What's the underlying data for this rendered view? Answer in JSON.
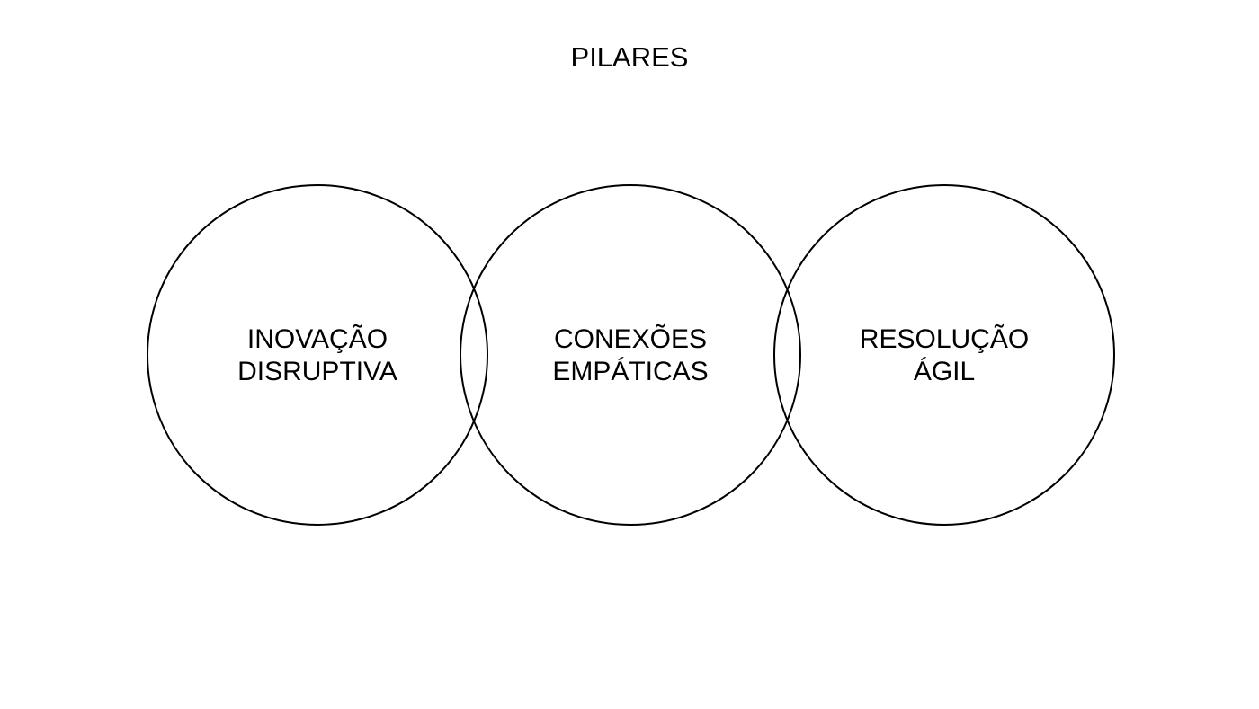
{
  "title": "PILARES",
  "pillars": [
    {
      "line1": "INOVAÇÃO",
      "line2": "DISRUPTIVA"
    },
    {
      "line1": "CONEXÕES",
      "line2": "EMPÁTICAS"
    },
    {
      "line1": "RESOLUÇÃO",
      "line2": "ÁGIL"
    }
  ],
  "colors": {
    "stroke": "#000000",
    "text": "#000000",
    "background": "#ffffff"
  }
}
